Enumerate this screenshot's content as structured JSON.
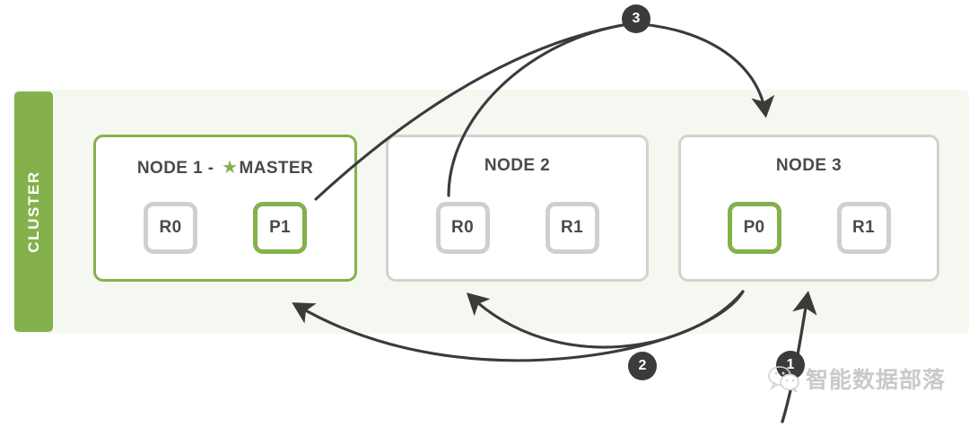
{
  "diagram": {
    "cluster_label": "CLUSTER",
    "colors": {
      "green": "#84b14c",
      "panel_background": "#f5f8f0",
      "node_border_grey": "#d2d2d2",
      "shard_border_grey": "#cfcfcf",
      "text_grey": "#4a4a4a",
      "badge_dark": "#3b3b3b",
      "arrow_stroke": "#3b3b3b",
      "watermark_grey": "#c9c9c9"
    },
    "nodes": [
      {
        "id": "node-1",
        "title": "NODE 1 - ",
        "master_suffix": "MASTER",
        "is_master": true,
        "star_glyph": "★",
        "shards": [
          {
            "label": "R0",
            "kind": "replica"
          },
          {
            "label": "P1",
            "kind": "primary"
          }
        ]
      },
      {
        "id": "node-2",
        "title": "NODE 2",
        "master_suffix": "",
        "is_master": false,
        "star_glyph": "",
        "shards": [
          {
            "label": "R0",
            "kind": "replica"
          },
          {
            "label": "R1",
            "kind": "replica"
          }
        ]
      },
      {
        "id": "node-3",
        "title": "NODE 3",
        "master_suffix": "",
        "is_master": false,
        "star_glyph": "",
        "shards": [
          {
            "label": "P0",
            "kind": "primary"
          },
          {
            "label": "R1",
            "kind": "replica"
          }
        ]
      }
    ],
    "steps": [
      {
        "number": "1"
      },
      {
        "number": "2"
      },
      {
        "number": "3"
      }
    ]
  },
  "watermark": {
    "icon": "wechat-icon",
    "text": "智能数据部落"
  }
}
